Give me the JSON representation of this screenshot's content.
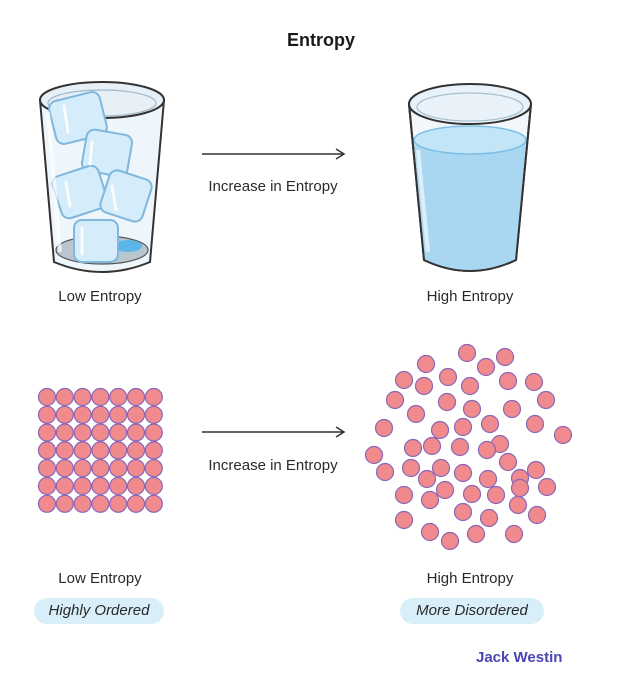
{
  "title": "Entropy",
  "top_row": {
    "left_caption": "Low Entropy",
    "arrow_label": "Increase in Entropy",
    "right_caption": "High Entropy"
  },
  "bottom_row": {
    "left_caption": "Low Entropy",
    "left_badge": "Highly Ordered",
    "arrow_label": "Increase in Entropy",
    "right_caption": "High Entropy",
    "right_badge": "More Disordered"
  },
  "credit": "Jack Westin",
  "colors": {
    "particle_fill": "#f08a8c",
    "particle_stroke": "#8a66b8",
    "water": "#a9d7f2",
    "badge": "#d8eef9",
    "credit": "#4a46b0"
  },
  "icons": {
    "left_glass": "glass-with-ice-cubes-icon",
    "right_glass": "glass-of-water-icon",
    "arrow": "arrow-right-icon"
  }
}
